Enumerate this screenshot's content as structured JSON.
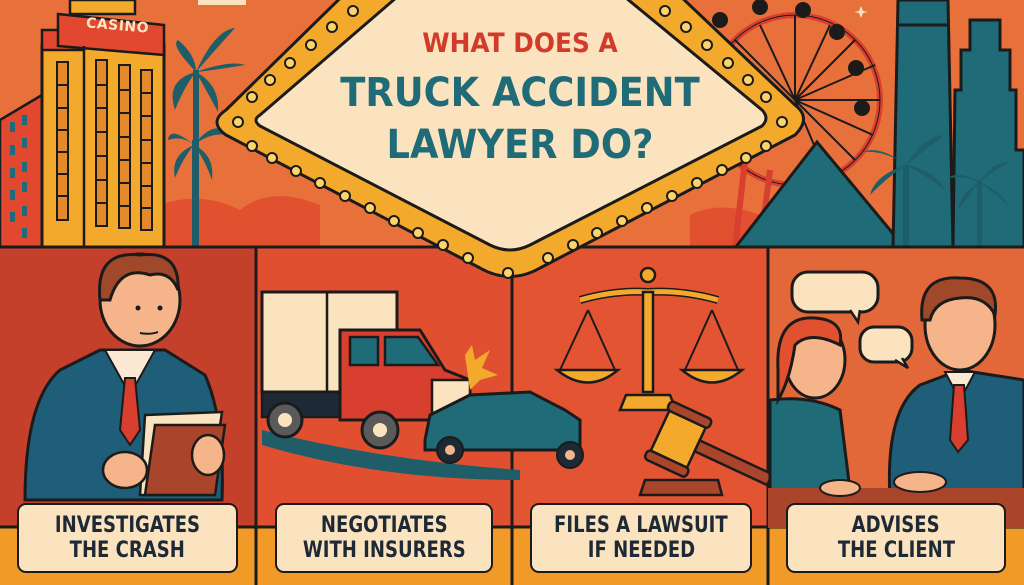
{
  "title": {
    "line1": "WHAT DOES A",
    "line2": "TRUCK ACCIDENT",
    "line3": "LAWYER DO?"
  },
  "skyline": {
    "casino_sign": "CASINO"
  },
  "panels": [
    {
      "line1": "INVESTIGATES",
      "line2": "THE CRASH",
      "icon": "lawyer-with-documents"
    },
    {
      "line1": "NEGOTIATES",
      "line2": "WITH INSURERS",
      "icon": "truck-car-collision"
    },
    {
      "line1": "FILES A LAWSUIT",
      "line2": "IF NEEDED",
      "icon": "scales-and-gavel"
    },
    {
      "line1": "ADVISES",
      "line2": "THE CLIENT",
      "icon": "lawyer-client-conversation"
    }
  ],
  "colors": {
    "title_red": "#d23a2a",
    "title_teal": "#1f6b78",
    "sign_cream": "#fbe3bf",
    "marquee_gold": "#f3a92b",
    "panel_red": "#e05030",
    "band_orange": "#f29a28",
    "label_text": "#1d2a36"
  }
}
